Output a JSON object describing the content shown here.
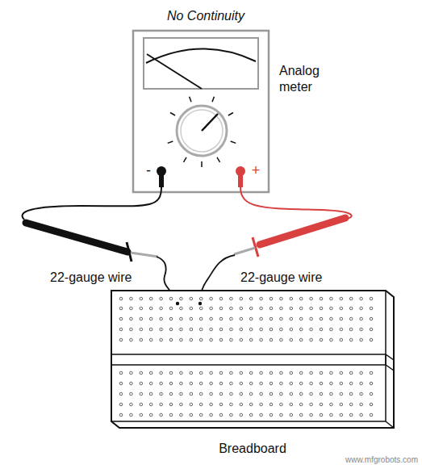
{
  "diagram": {
    "labels": [
      "No Continuity",
      "Analog meter",
      "-",
      "+",
      "22-gauge wire",
      "22-gauge wire",
      "Breadboard",
      "www.mfgrobots.com"
    ]
  }
}
